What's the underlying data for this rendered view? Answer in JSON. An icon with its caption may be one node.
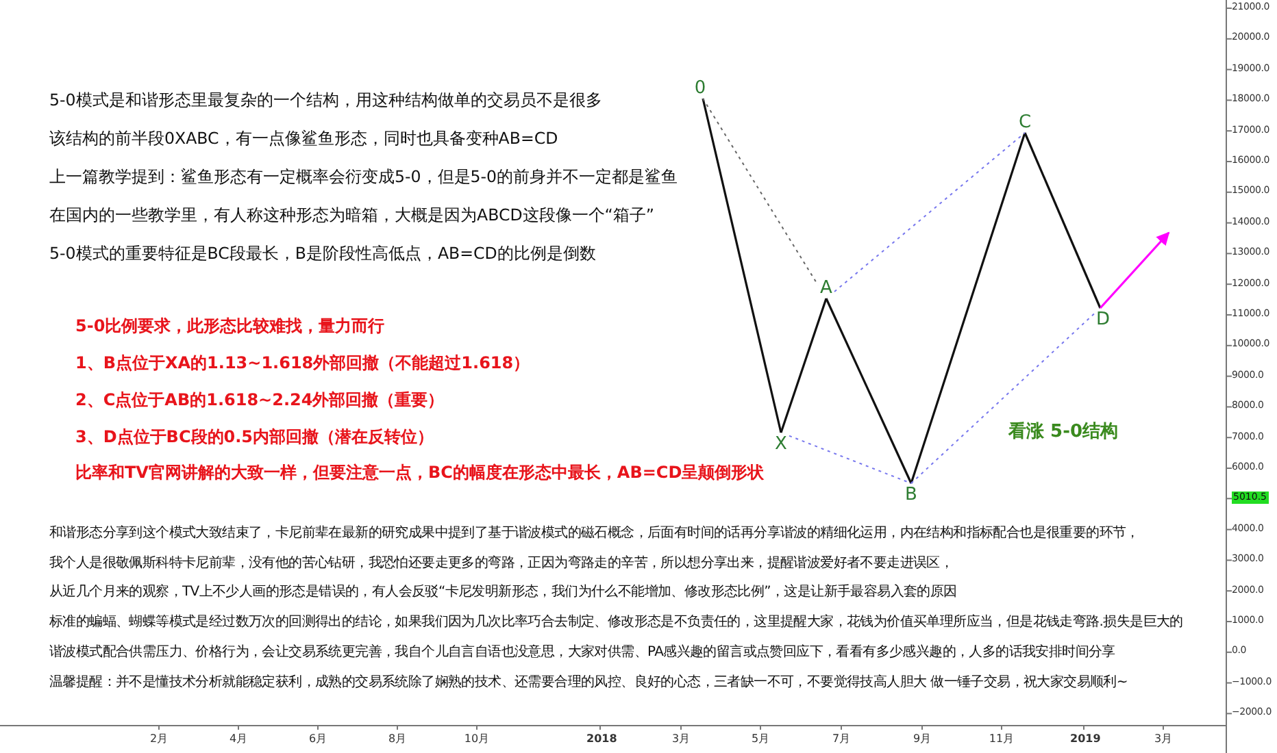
{
  "diagram": {
    "nodes": [
      {
        "text": [
          "0"
        ]
      },
      {
        "text": [
          "X"
        ]
      },
      {
        "text": [
          "A"
        ]
      },
      {
        "text": [
          "B"
        ]
      },
      {
        "text": [
          "C"
        ]
      },
      {
        "text": [
          "D"
        ]
      }
    ],
    "edges": [
      {
        "from": 0,
        "to": 1,
        "arrow": "none"
      },
      {
        "from": 1,
        "to": 2,
        "arrow": "none"
      },
      {
        "from": 2,
        "to": 3,
        "arrow": "none"
      },
      {
        "from": 3,
        "to": 4,
        "arrow": "none"
      },
      {
        "from": 4,
        "to": 5,
        "arrow": "none"
      },
      {
        "from": 0,
        "to": 2,
        "arrow": "none",
        "style": "dashed",
        "color": "#666666"
      },
      {
        "from": 1,
        "to": 3,
        "arrow": "none",
        "style": "dashed",
        "color": "#7777ee"
      },
      {
        "from": 2,
        "to": 4,
        "arrow": "none",
        "style": "dashed",
        "color": "#7777ee"
      },
      {
        "from": 3,
        "to": 5,
        "arrow": "none",
        "style": "dashed",
        "color": "#7777ee"
      },
      {
        "from": 5,
        "to": null,
        "arrow": "to",
        "color": "#ff00ff"
      }
    ],
    "labels": [
      "5-0模式是和谐形态里最复杂的一个结构，用这种结构做单的交易员不是很多",
      "该结构的前半段0XABC，有一点像鲨鱼形态，同时也具备变种AB=CD",
      "上一篇教学提到：鲨鱼形态有一定概率会衍变成5-0，但是5-0的前身并不一定都是鲨鱼",
      "在国内的一些教学里，有人称这种形态为暗箱，大概是因为ABCD这段像一个“箱子”",
      "5-0模式的重要特征是BC段最长，B是阶段性高低点，AB=CD的比例是倒数",
      "5-0比例要求，此形态比较难找，量力而行",
      "1、B点位于XA的1.13~1.618外部回撤（不能超过1.618）",
      "2、C点位于AB的1.618~2.24外部回撤（重要）",
      "3、D点位于BC段的0.5内部回撤（潜在反转位）",
      "比率和TV官网讲解的大致一样，但要注意一点，BC的幅度在形态中最长，AB=CD呈颠倒形状",
      "看涨 5-0结构",
      "和谐形态分享到这个模式大致结束了，卡尼前辈在最新的研究成果中提到了基于谐波模式的磁石概念，后面有时间的话再分享谐波的精细化运用，内在结构和指标配合也是很重要的环节，",
      "我个人是很敬佩斯科特卡尼前辈，没有他的苦心钻研，我恐怕还要走更多的弯路，正因为弯路走的辛苦，所以想分享出来，提醒谐波爱好者不要走进误区，",
      "从近几个月来的观察，TV上不少人画的形态是错误的，有人会反驳“卡尼发明新形态，我们为什么不能增加、修改形态比例”，这是让新手最容易入套的原因",
      "标准的蝙蝠、蝴蝶等模式是经过数万次的回测得出的结论，如果我们因为几次比率巧合去制定、修改形态是不负责任的，这里提醒大家，花钱为价值买单理所应当，但是花钱走弯路.损失是巨大的",
      "谐波模式配合供需压力、价格行为，会让交易系统更完善，我自个儿自言自语也没意思，大家对供需、PA感兴趣的留言或点赞回应下，看看有多少感兴趣的，人多的话我安排时间分享",
      "温馨提醒：并不是懂技术分析就能稳定获利，成熟的交易系统除了娴熟的技术、还需要合理的风控、良好的心态，三者缺一不可，不要觉得技高人胆大 做一锤子交易，祝大家交易顺利~",
      "21000.0",
      "20000.0",
      "19000.0",
      "18000.0",
      "17000.0",
      "16000.0",
      "15000.0",
      "14000.0",
      "13000.0",
      "12000.0",
      "11000.0",
      "10000.0",
      "9000.0",
      "8000.0",
      "7000.0",
      "6000.0",
      "5010.5",
      "4000.0",
      "3000.0",
      "2000.0",
      "1000.0",
      "0.0",
      "−1000.0",
      "−2000.0",
      "2月",
      "4月",
      "6月",
      "8月",
      "10月",
      "2018",
      "3月",
      "5月",
      "7月",
      "9月",
      "11月",
      "2019",
      "3月"
    ]
  }
}
